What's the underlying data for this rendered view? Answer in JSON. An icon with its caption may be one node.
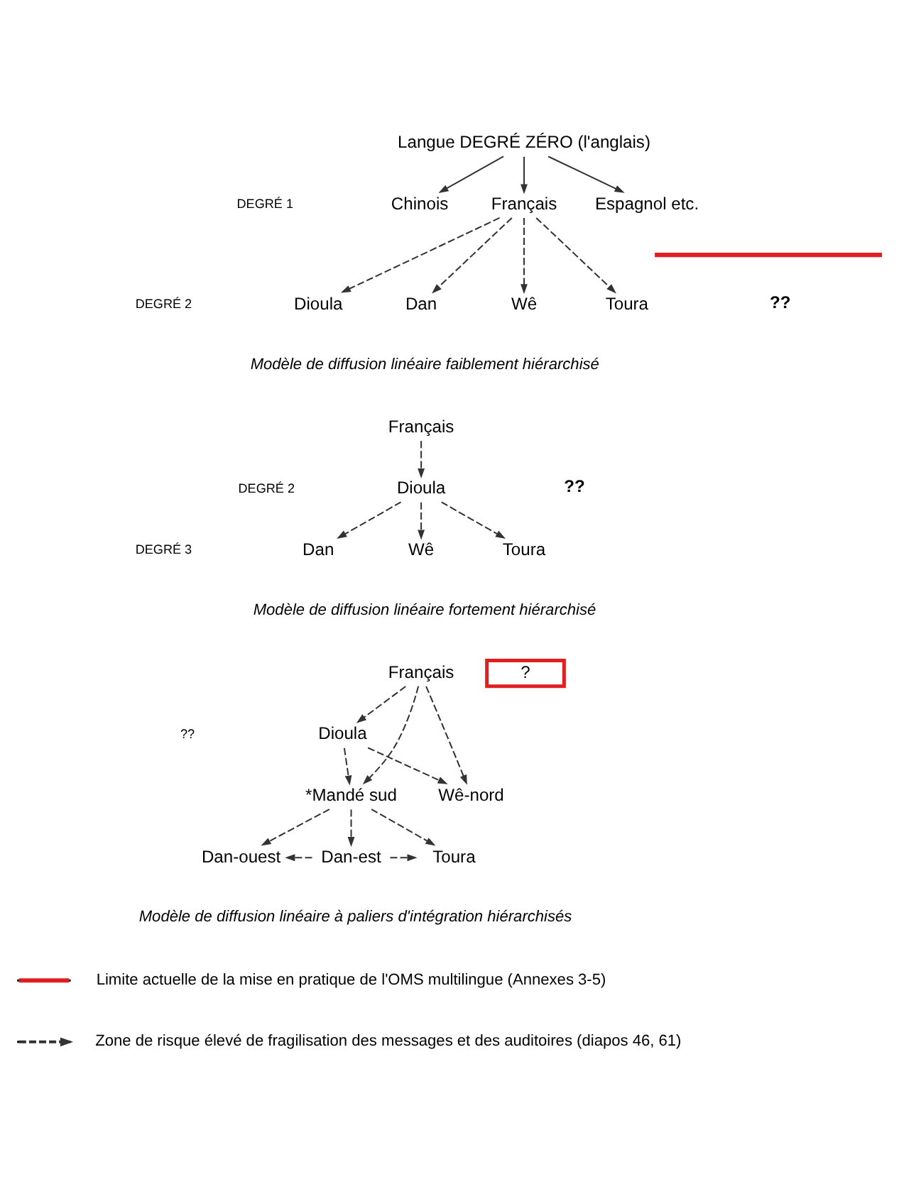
{
  "diagram": {
    "nodes": [
      {
        "text": [
          "Langue DEGRÉ ZÉRO (l'anglais)"
        ]
      },
      {
        "text": [
          "Chinois"
        ]
      },
      {
        "text": [
          "Français"
        ]
      },
      {
        "text": [
          "Espagnol etc."
        ]
      },
      {
        "text": [
          "Dioula"
        ]
      },
      {
        "text": [
          "Dan"
        ]
      },
      {
        "text": [
          "Wê"
        ]
      },
      {
        "text": [
          "Toura"
        ]
      },
      {
        "text": [
          "Français"
        ]
      },
      {
        "text": [
          "Dioula"
        ]
      },
      {
        "text": [
          "Dan"
        ]
      },
      {
        "text": [
          "Wê"
        ]
      },
      {
        "text": [
          "Toura"
        ]
      },
      {
        "text": [
          "Français"
        ]
      },
      {
        "text": [
          "?"
        ]
      },
      {
        "text": [
          "Dioula"
        ]
      },
      {
        "text": [
          "*Mandé sud"
        ]
      },
      {
        "text": [
          "Wê-nord"
        ]
      },
      {
        "text": [
          "Dan-ouest"
        ]
      },
      {
        "text": [
          "Dan-est"
        ]
      },
      {
        "text": [
          "Toura"
        ]
      }
    ],
    "edges": [
      {
        "from": 0,
        "to": 1,
        "arrow": "to"
      },
      {
        "from": 0,
        "to": 2,
        "arrow": "to"
      },
      {
        "from": 0,
        "to": 3,
        "arrow": "to"
      },
      {
        "from": 2,
        "to": 4,
        "arrow": "to",
        "style": "dashed"
      },
      {
        "from": 2,
        "to": 5,
        "arrow": "to",
        "style": "dashed"
      },
      {
        "from": 2,
        "to": 6,
        "arrow": "to",
        "style": "dashed"
      },
      {
        "from": 2,
        "to": 7,
        "arrow": "to",
        "style": "dashed"
      },
      {
        "from": 8,
        "to": 9,
        "arrow": "to",
        "style": "dashed"
      },
      {
        "from": 9,
        "to": 10,
        "arrow": "to",
        "style": "dashed"
      },
      {
        "from": 9,
        "to": 11,
        "arrow": "to",
        "style": "dashed"
      },
      {
        "from": 9,
        "to": 12,
        "arrow": "to",
        "style": "dashed"
      },
      {
        "from": 13,
        "to": 15,
        "arrow": "to",
        "style": "dashed"
      },
      {
        "from": 13,
        "to": 16,
        "arrow": "to",
        "style": "dashed"
      },
      {
        "from": 13,
        "to": 17,
        "arrow": "to",
        "style": "dashed"
      },
      {
        "from": 15,
        "to": 16,
        "arrow": "to",
        "style": "dashed"
      },
      {
        "from": 15,
        "to": 17,
        "arrow": "to",
        "style": "dashed"
      },
      {
        "from": 16,
        "to": 18,
        "arrow": "to",
        "style": "dashed"
      },
      {
        "from": 16,
        "to": 19,
        "arrow": "to",
        "style": "dashed"
      },
      {
        "from": 16,
        "to": 20,
        "arrow": "to",
        "style": "dashed"
      },
      {
        "from": 19,
        "to": 18,
        "arrow": "to",
        "style": "dashed"
      },
      {
        "from": 19,
        "to": 20,
        "arrow": "to",
        "style": "dashed"
      }
    ],
    "labels": [
      "DEGRÉ 1",
      "DEGRÉ 2",
      "??",
      "Modèle de diffusion linéaire faiblement hiérarchisé",
      "DEGRÉ 2",
      "??",
      "DEGRÉ 3",
      "Modèle de diffusion linéaire fortement hiérarchisé",
      "??",
      "Modèle de diffusion linéaire à paliers d'intégration hiérarchisés"
    ],
    "legend": [
      {
        "text": "Limite actuelle de la mise en pratique de l'OMS multilingue (Annexes 3-5)"
      },
      {
        "text": "Zone de risque élevé de fragilisation des messages et des auditoires (diapos 46, 61)"
      }
    ]
  }
}
